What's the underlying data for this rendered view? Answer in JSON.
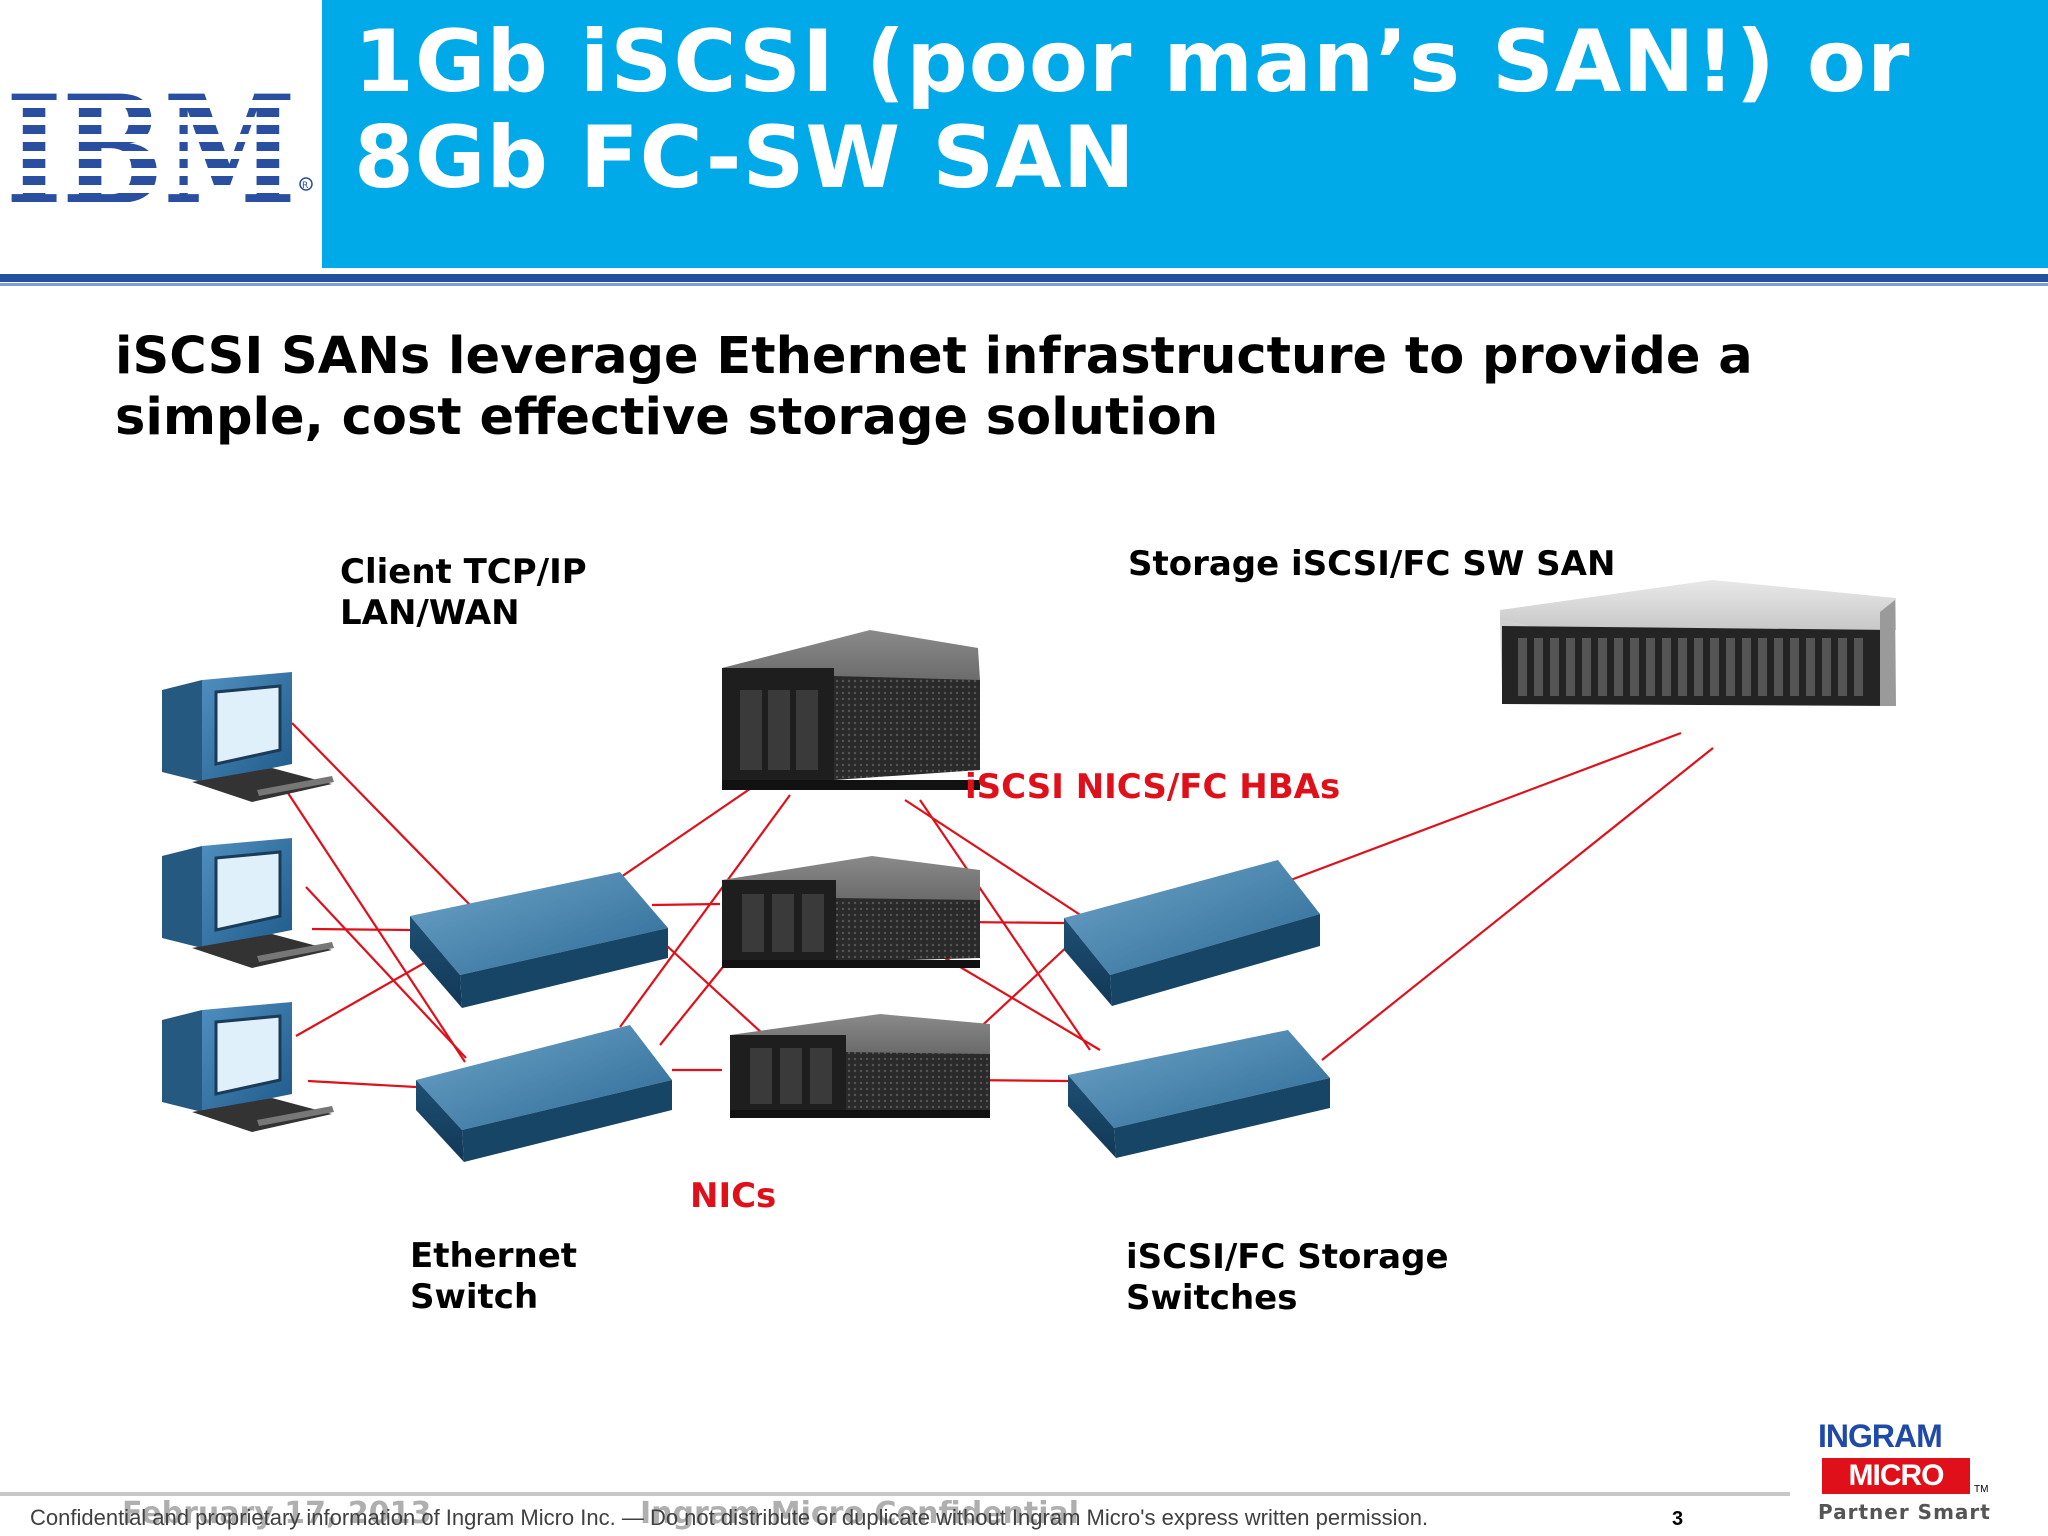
{
  "header": {
    "logo_text": "IBM",
    "title_line1": "1Gb iSCSI (poor man’s SAN!) or",
    "title_line2": "8Gb FC-SW SAN"
  },
  "subtitle_line1": "iSCSI SANs leverage Ethernet infrastructure to provide a",
  "subtitle_line2": "simple, cost effective storage solution",
  "diagram": {
    "client_label_line1": "Client TCP/IP",
    "client_label_line2": "LAN/WAN",
    "storage_label": "Storage iSCSI/FC SW SAN",
    "hba_label": "iSCSI NICS/FC HBAs",
    "nics_label": "NICs",
    "ethernet_label_line1": "Ethernet",
    "ethernet_label_line2": "Switch",
    "storage_switch_label_line1": "iSCSI/FC Storage",
    "storage_switch_label_line2": "Switches",
    "link_color": "#e0101a",
    "switch_color": "#2c6a96"
  },
  "footer": {
    "confidential_text": "Confidential and proprietary information of Ingram Micro Inc. — Do not distribute or duplicate without Ingram Micro's express written permission.",
    "date": "February 17, 2013",
    "watermark": "Ingram Micro Confidential",
    "page_number": "3"
  },
  "ingram_logo": {
    "top": "INGRAM",
    "box": "MICRO",
    "tm": "TM",
    "tagline": "Partner Smart"
  }
}
